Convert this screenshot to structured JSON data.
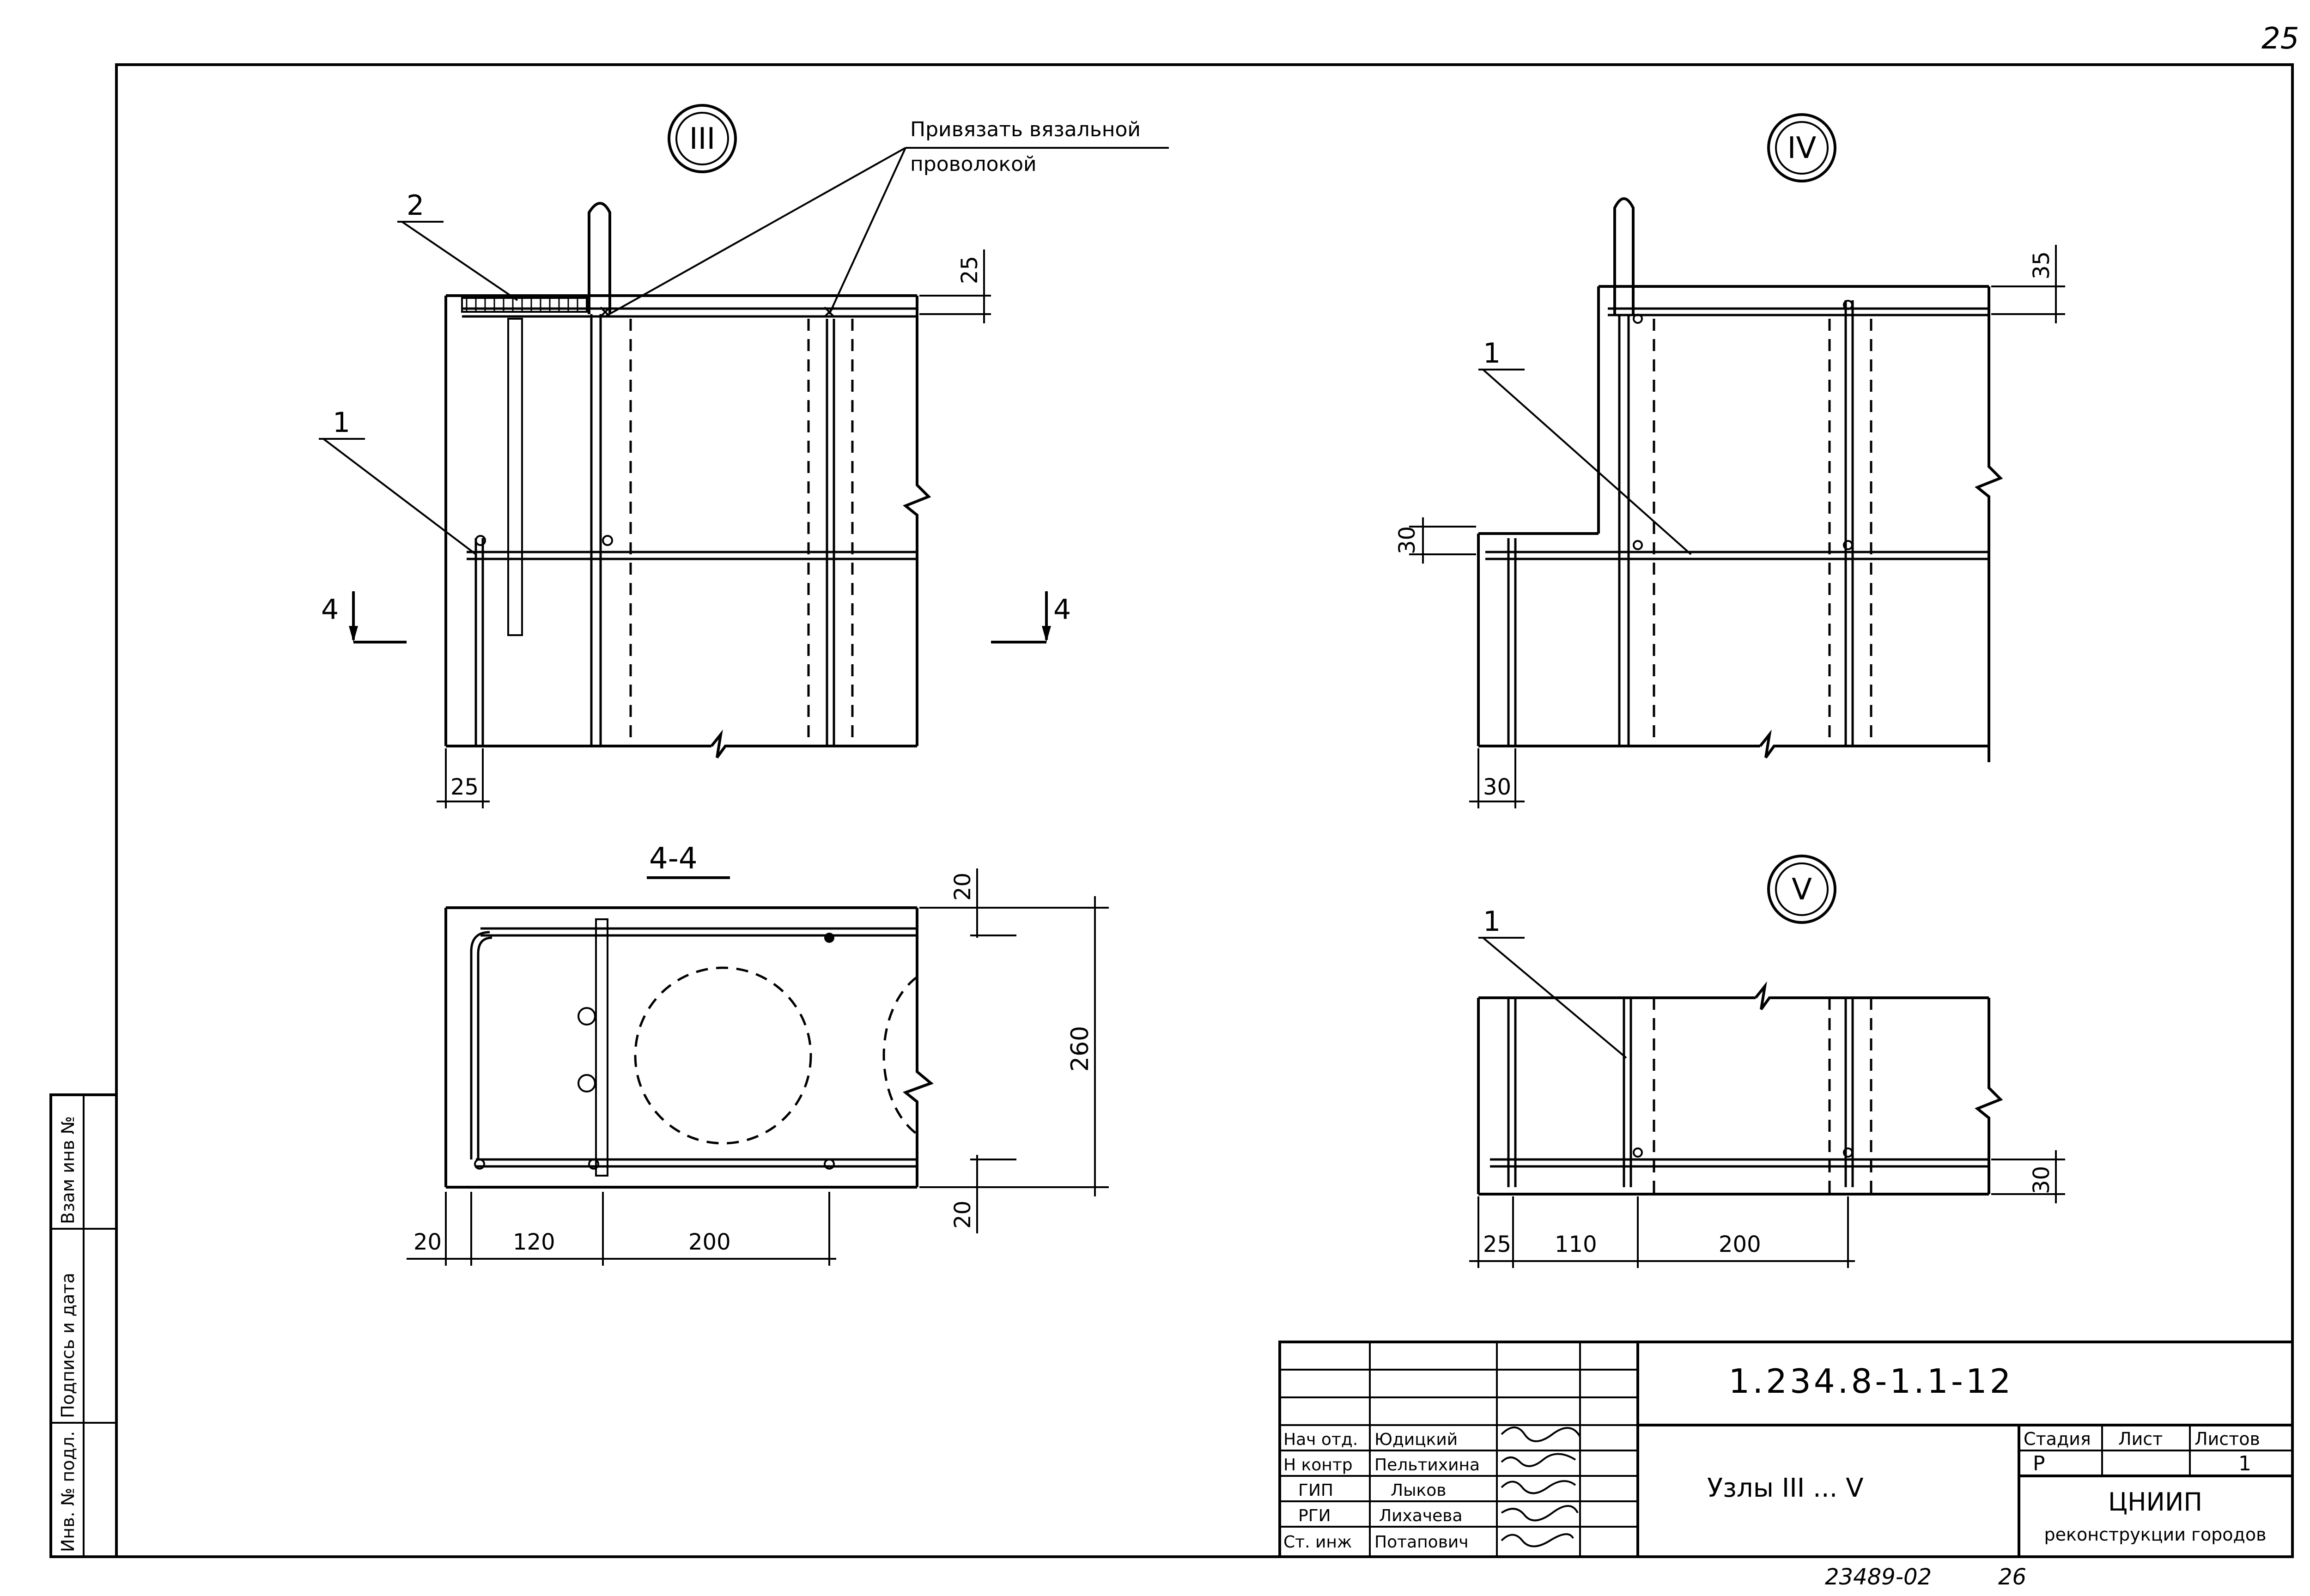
{
  "sheet": {
    "page_number": "25",
    "bottom_number": "23489-02",
    "bottom_page": "26"
  },
  "side_stamp": {
    "col1": "Инв. № подл.",
    "col2": "Подпись и дата",
    "col3": "Взам инв №"
  },
  "node3": {
    "label": "III",
    "note_line1": "Привязать вязальной",
    "note_line2": "проволокой",
    "pos1": "1",
    "pos2": "2",
    "dim_top": "25",
    "dim_left": "25",
    "section_mark": "4"
  },
  "section44": {
    "title": "4-4",
    "dim_top": "20",
    "dim_height": "260",
    "dim_bottom": "20",
    "dim_left": "20",
    "dim_120": "120",
    "dim_200": "200"
  },
  "node4": {
    "label": "IV",
    "pos1": "1",
    "dim_top": "35",
    "dim_step": "30",
    "dim_left": "30"
  },
  "node5": {
    "label": "V",
    "pos1": "1",
    "dim_bottom": "30",
    "dim_25": "25",
    "dim_110": "110",
    "dim_200": "200"
  },
  "title_block": {
    "code": "1.234.8-1.1-12",
    "title": "Узлы III ... V",
    "stage_header": "Стадия",
    "sheet_header": "Лист",
    "sheets_header": "Листов",
    "stage_value": "Р",
    "sheet_value": "",
    "sheets_value": "1",
    "org_line1": "ЦНИИП",
    "org_line2": "реконструкции городов",
    "people": [
      {
        "role": "Нач отд.",
        "name": "Юдицкий"
      },
      {
        "role": "Н контр",
        "name": "Пельтихина"
      },
      {
        "role": "ГИП",
        "name": "Лыков"
      },
      {
        "role": "РГИ",
        "name": "Лихачева"
      },
      {
        "role": "Ст. инж",
        "name": "Потапович"
      }
    ]
  }
}
